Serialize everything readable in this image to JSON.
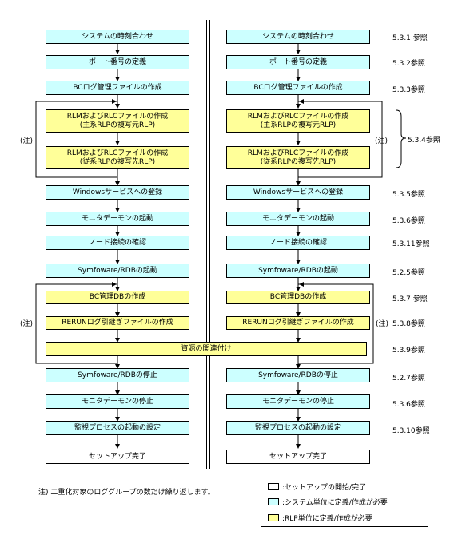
{
  "left_flow": {
    "step_sync": "システムの時刻合わせ",
    "step_port": "ポート番号の定義",
    "step_bclog": "BCログ管理ファイルの作成",
    "step_rlm_primary": "RLMおよびRLCファイルの作成\n(主系RLPの複写元RLP)",
    "step_rlm_secondary": "RLMおよびRLCファイルの作成\n(従系RLPの複写先RLP)",
    "step_windows": "Windowsサービスへの登録",
    "step_monitor_start": "モニタデーモンの起動",
    "step_node": "ノード接続の確認",
    "step_symfo_start": "Symfoware/RDBの起動",
    "step_bcdb": "BC管理DBの作成",
    "step_rerun": "RERUNログ引継ぎファイルの作成",
    "step_symfo_stop": "Symfoware/RDBの停止",
    "step_monitor_stop": "モニタデーモンの停止",
    "step_watch": "監視プロセスの起動の設定",
    "step_done": "セットアップ完了",
    "note1": "(注)",
    "note2": "(注)"
  },
  "right_flow": {
    "step_sync": "システムの時刻合わせ",
    "step_port": "ポート番号の定義",
    "step_bclog": "BCログ管理ファイルの作成",
    "step_rlm_primary": "RLMおよびRLCファイルの作成\n(主系RLPの複写元RLP)",
    "step_rlm_secondary": "RLMおよびRLCファイルの作成\n(従系RLPの複写先RLP)",
    "step_windows": "Windowsサービスへの登録",
    "step_monitor_start": "モニタデーモンの起動",
    "step_node": "ノード接続の確認",
    "step_symfo_start": "Symfoware/RDBの起動",
    "step_bcdb": "BC管理DBの作成",
    "step_rerun": "RERUNログ引継ぎファイルの作成",
    "step_symfo_stop": "Symfoware/RDBの停止",
    "step_monitor_stop": "モニタデーモンの停止",
    "step_watch": "監視プロセスの起動の設定",
    "step_done": "セットアップ完了",
    "note1": "(注)",
    "note2": "(注)"
  },
  "shared_step": "資源の関連付け",
  "refs": {
    "r1": "5.3.1 参照",
    "r2": "5.3.2参照",
    "r3": "5.3.3参照",
    "r4": "5.3.4参照",
    "r5": "5.3.5参照",
    "r6": "5.3.6参照",
    "r7": "5.3.11参照",
    "r8": "5.2.5参照",
    "r9": "5.3.7 参照",
    "r10": "5.3.8参照",
    "r11": "5.3.9参照",
    "r12": "5.2.7参照",
    "r13": "5.3.6参照",
    "r14": "5.3.10参照"
  },
  "footnote": "注) 二重化対象のロググループの数だけ繰り返します。",
  "legend": {
    "items": [
      {
        "label": ":セットアップの開始/完了",
        "color": "#ffffff"
      },
      {
        "label": ":システム単位に定義/作成が必要",
        "color": "#ccffff"
      },
      {
        "label": ":RLP単位に定義/作成が必要",
        "color": "#ffff99"
      }
    ]
  },
  "colors": {
    "system_unit": "#ccffff",
    "rlp_unit": "#ffff99",
    "start_end": "#ffffff"
  }
}
